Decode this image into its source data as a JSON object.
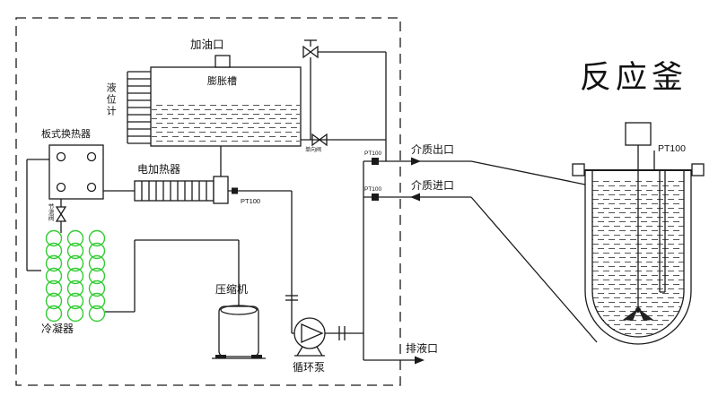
{
  "diagram": {
    "reactor_title": "反应釜",
    "labels": {
      "oil_fill_port": "加油口",
      "expansion_tank": "膨胀槽",
      "level_gauge": "液位计",
      "plate_heat_exchanger": "板式换热器",
      "electric_heater": "电加热器",
      "condenser": "冷凝器",
      "compressor": "压缩机",
      "circulation_pump": "循环泵",
      "medium_outlet": "介质出口",
      "medium_inlet": "介质进口",
      "drain_port": "排液口",
      "check_valve": "单向阀",
      "throttle_valve": "节流阀"
    },
    "sensors": {
      "heater_outlet": "PT100",
      "medium_outlet_line": "PT100",
      "medium_inlet_line": "PT100",
      "reactor": "PT100"
    },
    "colors": {
      "line": "#1a1a1a",
      "condenser_coil": "#33cc33",
      "background": "#ffffff"
    }
  }
}
